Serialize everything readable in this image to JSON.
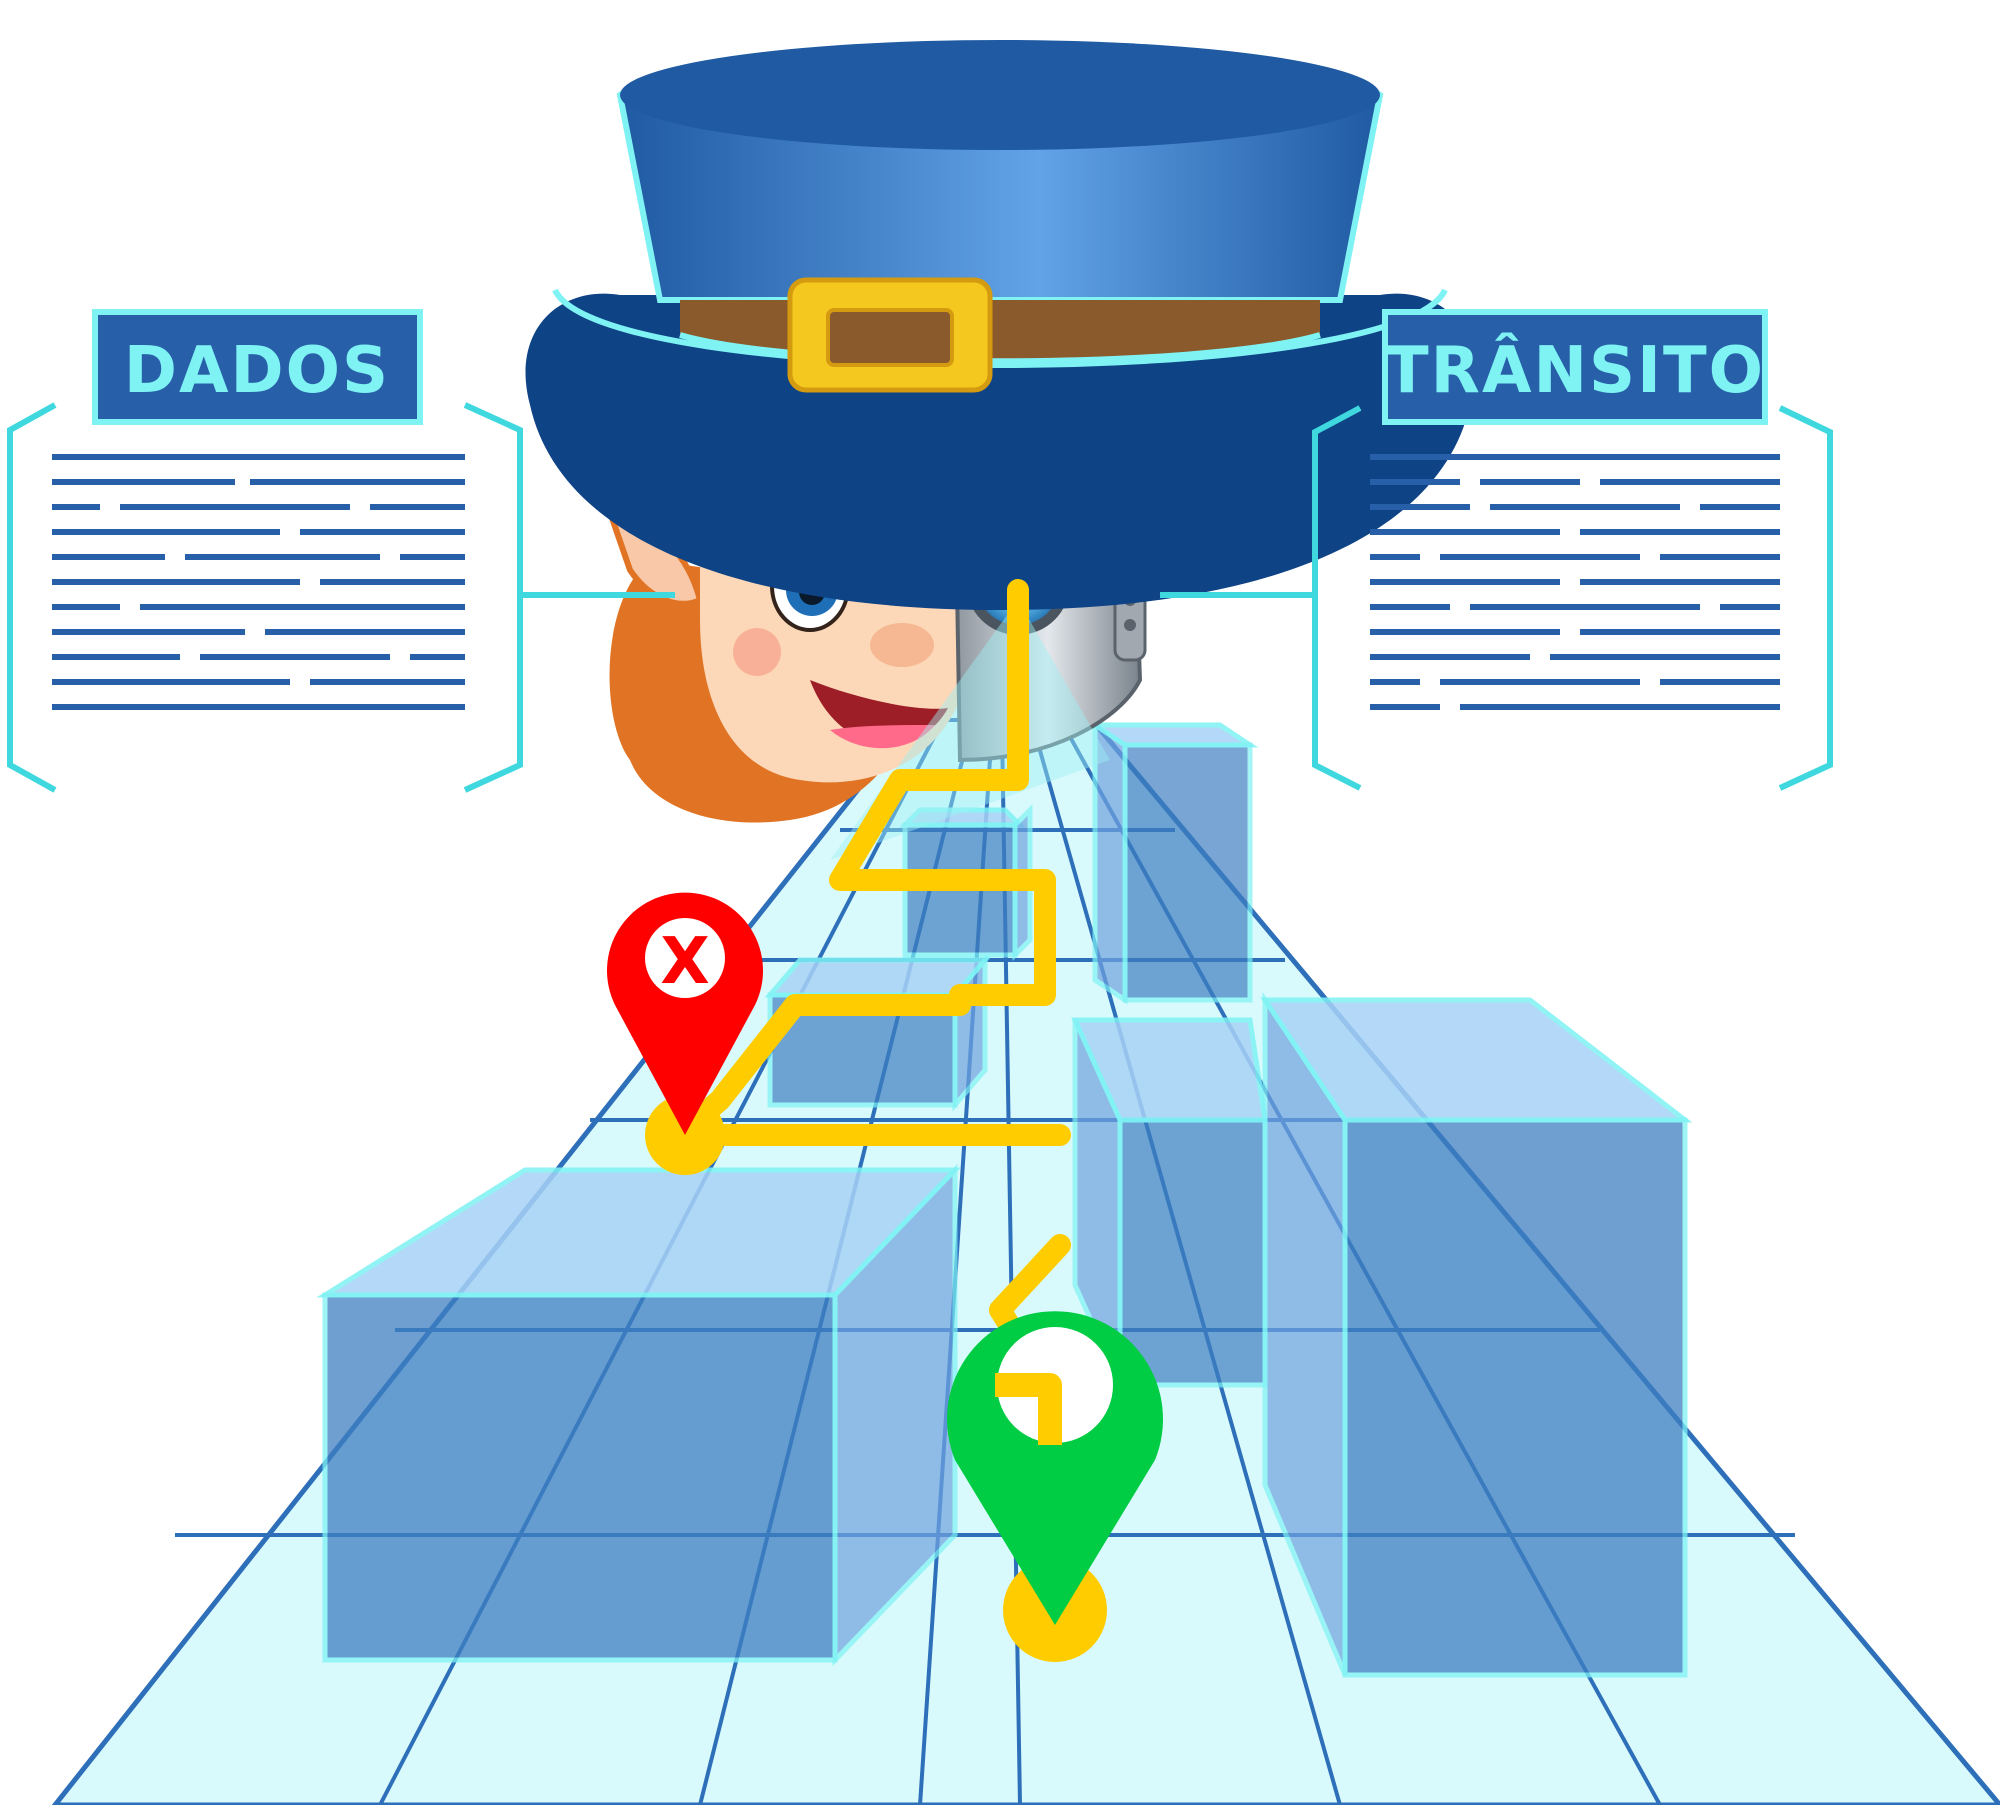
{
  "panels": {
    "left": {
      "title": "DADOS"
    },
    "right": {
      "title": "TRÂNSITO"
    }
  },
  "markers": {
    "red": {
      "symbol": "X"
    }
  },
  "colors": {
    "panel_blue": "#2760a8",
    "panel_border": "#7ff2f4",
    "hat_blue": "#1f5aa2",
    "buckle_gold": "#f4c81e",
    "route_yellow": "#ffcc00",
    "marker_red": "#ff0000",
    "marker_green": "#00cc44",
    "floor_cyan": "#d9fafc",
    "building_blue": "#3f7fc2"
  },
  "icons": [
    "map-pin-x-icon",
    "map-pin-route-icon"
  ]
}
